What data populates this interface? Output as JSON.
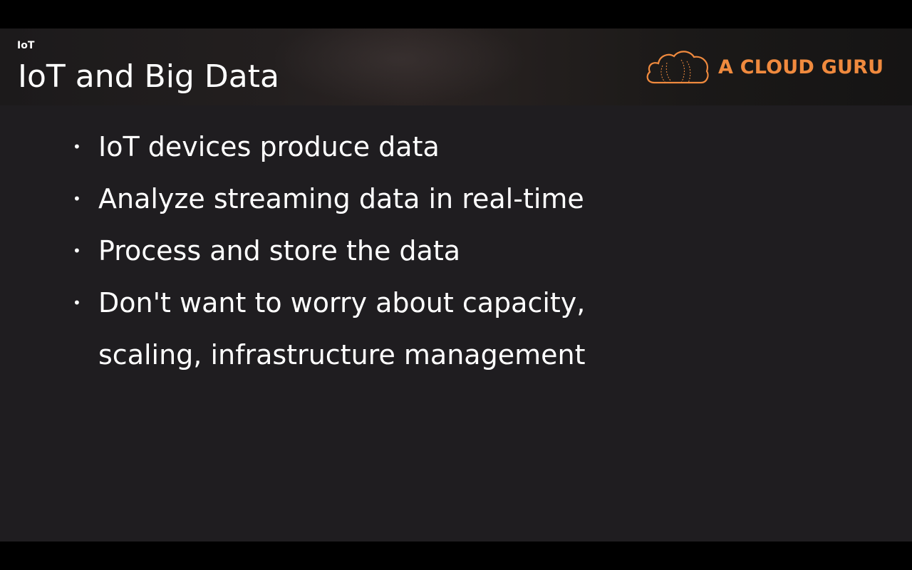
{
  "slide": {
    "section_label": "IoT",
    "title": "IoT and Big Data",
    "logo": {
      "icon": "cloud-icon",
      "text": "A CLOUD GURU",
      "color": "#f08a3e"
    },
    "bullets": [
      "IoT devices produce data",
      "Analyze streaming data in real-time",
      "Process and store the data",
      "Don't want to worry about capacity, scaling, infrastructure management"
    ],
    "bullet_symbol": "•"
  }
}
